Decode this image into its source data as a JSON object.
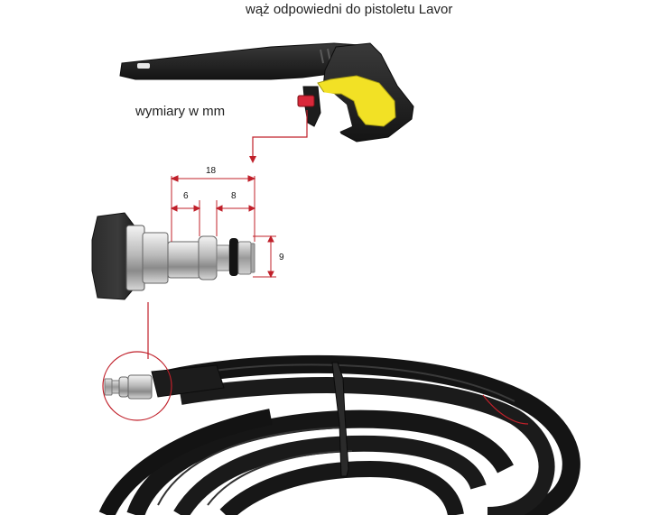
{
  "caption": {
    "title": "wąż odpowiedni do pistoletu Lavor",
    "units_note": "wymiary w mm"
  },
  "dimensions": {
    "total_length": "18",
    "segment_a": "6",
    "segment_b": "8",
    "diameter": "9"
  },
  "colors": {
    "dimension_lines": "#c0202a",
    "pointer_lines": "#c0202a",
    "grip_accent": "#f2e125",
    "trigger_lock": "#d8283a",
    "hose": "#141414",
    "metal": "#c8c8c8"
  },
  "icons": {
    "gun": "spray-gun-illustration",
    "coupling": "coupling-connector-closeup",
    "hose": "coiled-pressure-hose"
  }
}
